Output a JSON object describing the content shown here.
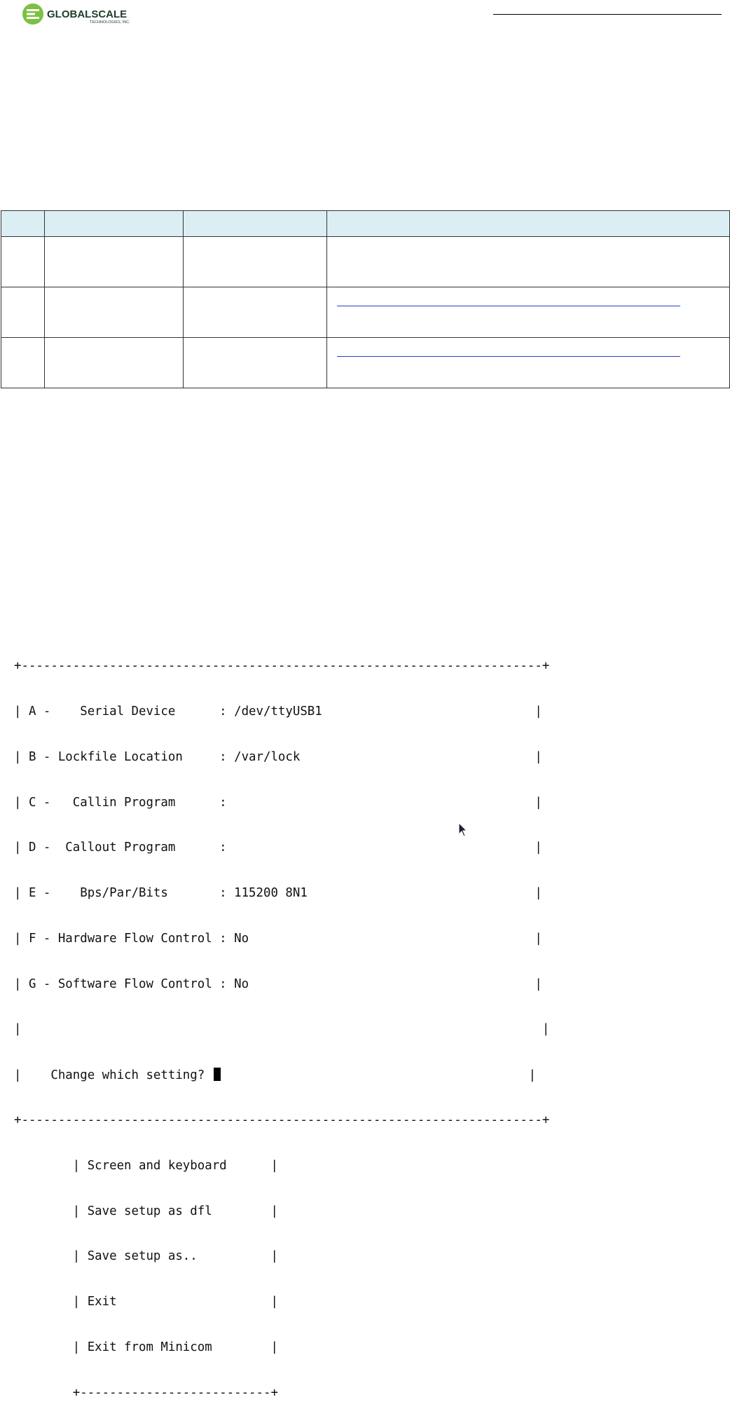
{
  "header": {
    "logo_name": "GLOBALSCALE",
    "logo_sub": "TECHNOLOGIES, INC."
  },
  "table": {
    "columns": [
      "",
      "",
      "",
      ""
    ],
    "rows": [
      {
        "cells": [
          "",
          "",
          "",
          ""
        ],
        "has_link": false
      },
      {
        "cells": [
          "",
          "",
          "",
          ""
        ],
        "has_link": true
      },
      {
        "cells": [
          "",
          "",
          "",
          ""
        ],
        "has_link": true
      }
    ]
  },
  "terminal": {
    "lines": [
      "+-----------------------------------------------------------------------+",
      "| A -    Serial Device      : /dev/ttyUSB1                             |",
      "| B - Lockfile Location     : /var/lock                                |",
      "| C -   Callin Program      :                                          |",
      "| D -  Callout Program      :                                          |",
      "| E -    Bps/Par/Bits       : 115200 8N1                               |",
      "| F - Hardware Flow Control : No                                       |",
      "| G - Software Flow Control : No                                       |",
      "|                                                                       |",
      "|    Change which setting? ",
      "+-----------------------------------------------------------------------+",
      "        | Screen and keyboard      |",
      "        | Save setup as dfl        |",
      "        | Save setup as..          |",
      "        | Exit                     |",
      "        | Exit from Minicom        |",
      "        +--------------------------+"
    ],
    "prompt_tail": "                                          |"
  },
  "colors": {
    "logo_green": "#7bc142",
    "logo_dark": "#1d3d2a",
    "header_bg": "#dbeef4",
    "link_blue": "#2a3fc4"
  }
}
